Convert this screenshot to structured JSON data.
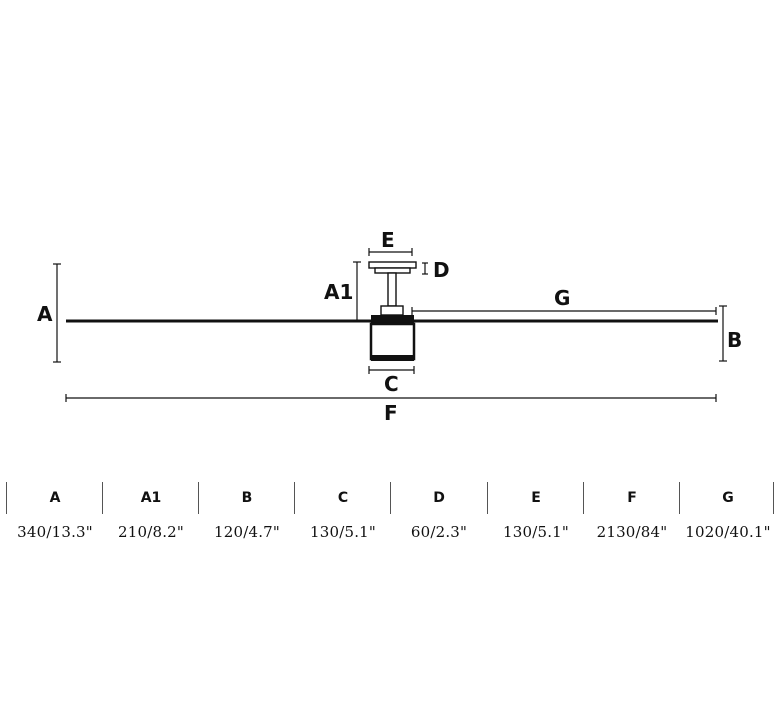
{
  "diagram": {
    "labels": {
      "A": "A",
      "A1": "A1",
      "B": "B",
      "C": "C",
      "D": "D",
      "E": "E",
      "F": "F",
      "G": "G"
    }
  },
  "table": {
    "columns": [
      {
        "head": "A",
        "value": "340/13.3\""
      },
      {
        "head": "A1",
        "value": "210/8.2\""
      },
      {
        "head": "B",
        "value": "120/4.7\""
      },
      {
        "head": "C",
        "value": "130/5.1\""
      },
      {
        "head": "D",
        "value": "60/2.3\""
      },
      {
        "head": "E",
        "value": "130/5.1\""
      },
      {
        "head": "F",
        "value": "2130/84\""
      },
      {
        "head": "G",
        "value": "1020/40.1\""
      }
    ]
  }
}
